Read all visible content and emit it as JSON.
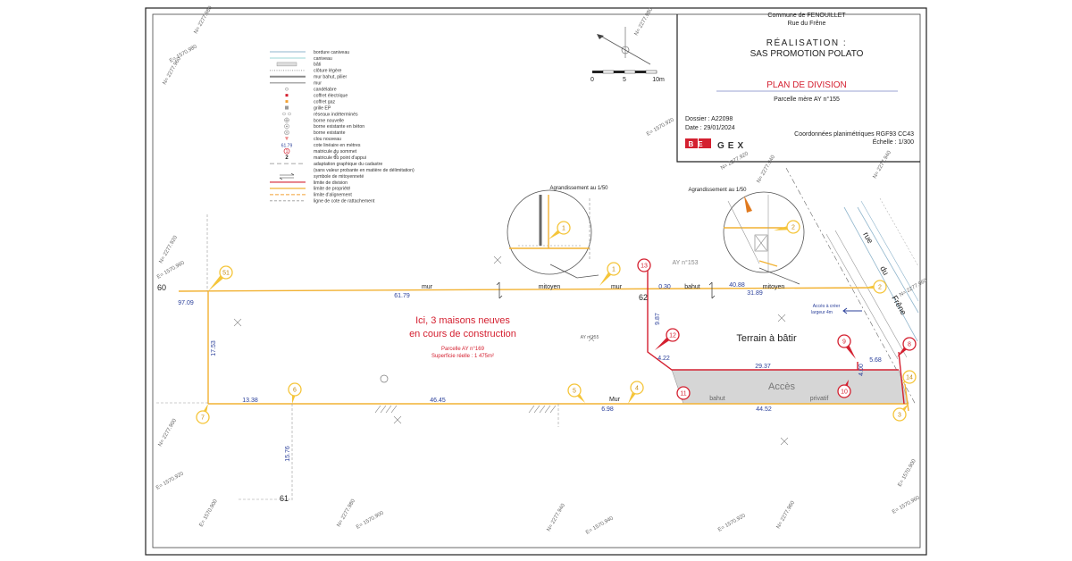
{
  "title_block": {
    "commune": "Commune de FENOUILLET",
    "street": "Rue du Frêne",
    "realisation_label": "RÉALISATION :",
    "promoter": "SAS PROMOTION POLATO",
    "plan_title": "PLAN DE DIVISION",
    "parcel_parent": "Parcelle mère AY n°155",
    "dossier": "Dossier : A22098",
    "date": "Date : 29/01/2024",
    "coords": "Coordonnées planimétriques RGF93 CC43",
    "scale": "Échelle : 1/300",
    "logo_box": "BE",
    "logo_text": "GEX"
  },
  "scale_bar": {
    "t0": "0",
    "t5": "5",
    "t10": "10m"
  },
  "legend": [
    {
      "icon": "blue-line",
      "label": "bordure caniveau"
    },
    {
      "icon": "cyan-line",
      "label": "caniveau"
    },
    {
      "icon": "hatch",
      "label": "bâti"
    },
    {
      "icon": "dotted",
      "label": "clôture légère"
    },
    {
      "icon": "thick-gray",
      "label": "mur bahut, pilier"
    },
    {
      "icon": "gray-line",
      "label": "mur"
    },
    {
      "icon": "sun",
      "label": "candélabre"
    },
    {
      "icon": "red-sq",
      "label": "coffret électrique"
    },
    {
      "icon": "orange-sq",
      "label": "coffret gaz"
    },
    {
      "icon": "grid-sq",
      "label": "grille EP"
    },
    {
      "icon": "circles",
      "label": "réseaux indéterminés"
    },
    {
      "icon": "circ-plus",
      "label": "borne nouvelle"
    },
    {
      "icon": "circ-dot",
      "label": "borne existante en béton"
    },
    {
      "icon": "circ-x",
      "label": "borne existante"
    },
    {
      "icon": "nail",
      "label": "clou nouveau"
    },
    {
      "icon": "num",
      "label": "cote linéaire en mètres"
    },
    {
      "icon": "red-circle",
      "label": "matricule du sommet"
    },
    {
      "icon": "num2",
      "label": "matricule du point d'appui"
    },
    {
      "icon": "dash",
      "label": "adaptation graphique du cadastre"
    },
    {
      "icon": "none",
      "label": "(sans valeur probante en matière de délimitation)"
    },
    {
      "icon": "mitoy",
      "label": "symbole de mitoyenneté"
    },
    {
      "icon": "red-line",
      "label": "limite de division"
    },
    {
      "icon": "orange-line",
      "label": "limite de propriété"
    },
    {
      "icon": "orange-dash",
      "label": "limite d'alignement"
    },
    {
      "icon": "gray-dash",
      "label": "ligne de cote de rattachement"
    }
  ],
  "labels": {
    "zoom1": "Agrandissement au 1/50",
    "zoom2": "Agrandissement au 1/50",
    "main_line1": "Ici, 3 maisons neuves",
    "main_line2": "en cours de construction",
    "parcel": "Parcelle AY n°169",
    "area": "Superficie réelle : 1 475m²",
    "ay153": "AY n°153",
    "ay155": "AY n°155",
    "terrain": "Terrain à bâtir",
    "acces": "Accès",
    "acces_note1": "Accès à créer",
    "acces_note2": "largeur 4m",
    "rue": "rue",
    "du": "du",
    "frene": "Frêne",
    "mur_top1": "mur",
    "mitoyen_top1": "mitoyen",
    "mur_top2": "mur",
    "bahut_top": "bahut",
    "mitoyen_top2": "mitoyen",
    "mur_bottom": "Mur",
    "bahut_bottom": "bahut",
    "privatif": "privatif",
    "p60": "60",
    "p61": "61",
    "p62": "62"
  },
  "dimensions": {
    "d61_79": "61.79",
    "d97_09": "97.09",
    "d17_53": "17.53",
    "d13_38": "13.38",
    "d46_45": "46.45",
    "d6_98": "6.98",
    "d44_52": "44.52",
    "d15_76": "15.76",
    "d0_30": "0.30",
    "d40_88": "40.88",
    "d31_89": "31.89",
    "d9_87": "9.87",
    "d4_22": "4.22",
    "d29_37": "29.37",
    "d5_68": "5.68",
    "d4_00": "4.00"
  },
  "points": {
    "p1": "1",
    "p1z": "1",
    "p2": "2",
    "p2z": "2",
    "p3": "3",
    "p4": "4",
    "p5": "5",
    "p6": "6",
    "p7": "7",
    "p8": "8",
    "p9": "9",
    "p10": "10",
    "p11": "11",
    "p12": "12",
    "p13": "13",
    "p14": "14",
    "p51": "51"
  },
  "grid_ticks": [
    "N= 2277.980",
    "E= 1570.980",
    "N= 2277.960",
    "N= 2277.920",
    "N= 2277.900",
    "E= 1570.920",
    "E= 1570.900",
    "N= 2277.980",
    "E= 1570.900",
    "E= 1570.940",
    "N= 2277.940",
    "E= 1570.920",
    "N= 2277.960",
    "E= 1570.960",
    "N= 2277.980",
    "E= 1570.920",
    "N= 2277.960",
    "E= 1570.900",
    "N= 2277.940",
    "N= 2277.920",
    "E= 1570.960",
    "N= 2277.940"
  ],
  "colors": {
    "property_line": "#f2b233",
    "division_line": "#d42030",
    "blue_dim": "#2a3f9a",
    "access_fill": "#d6d6d6",
    "marker_yellow": "#f5c53a",
    "marker_red": "#d42030"
  }
}
